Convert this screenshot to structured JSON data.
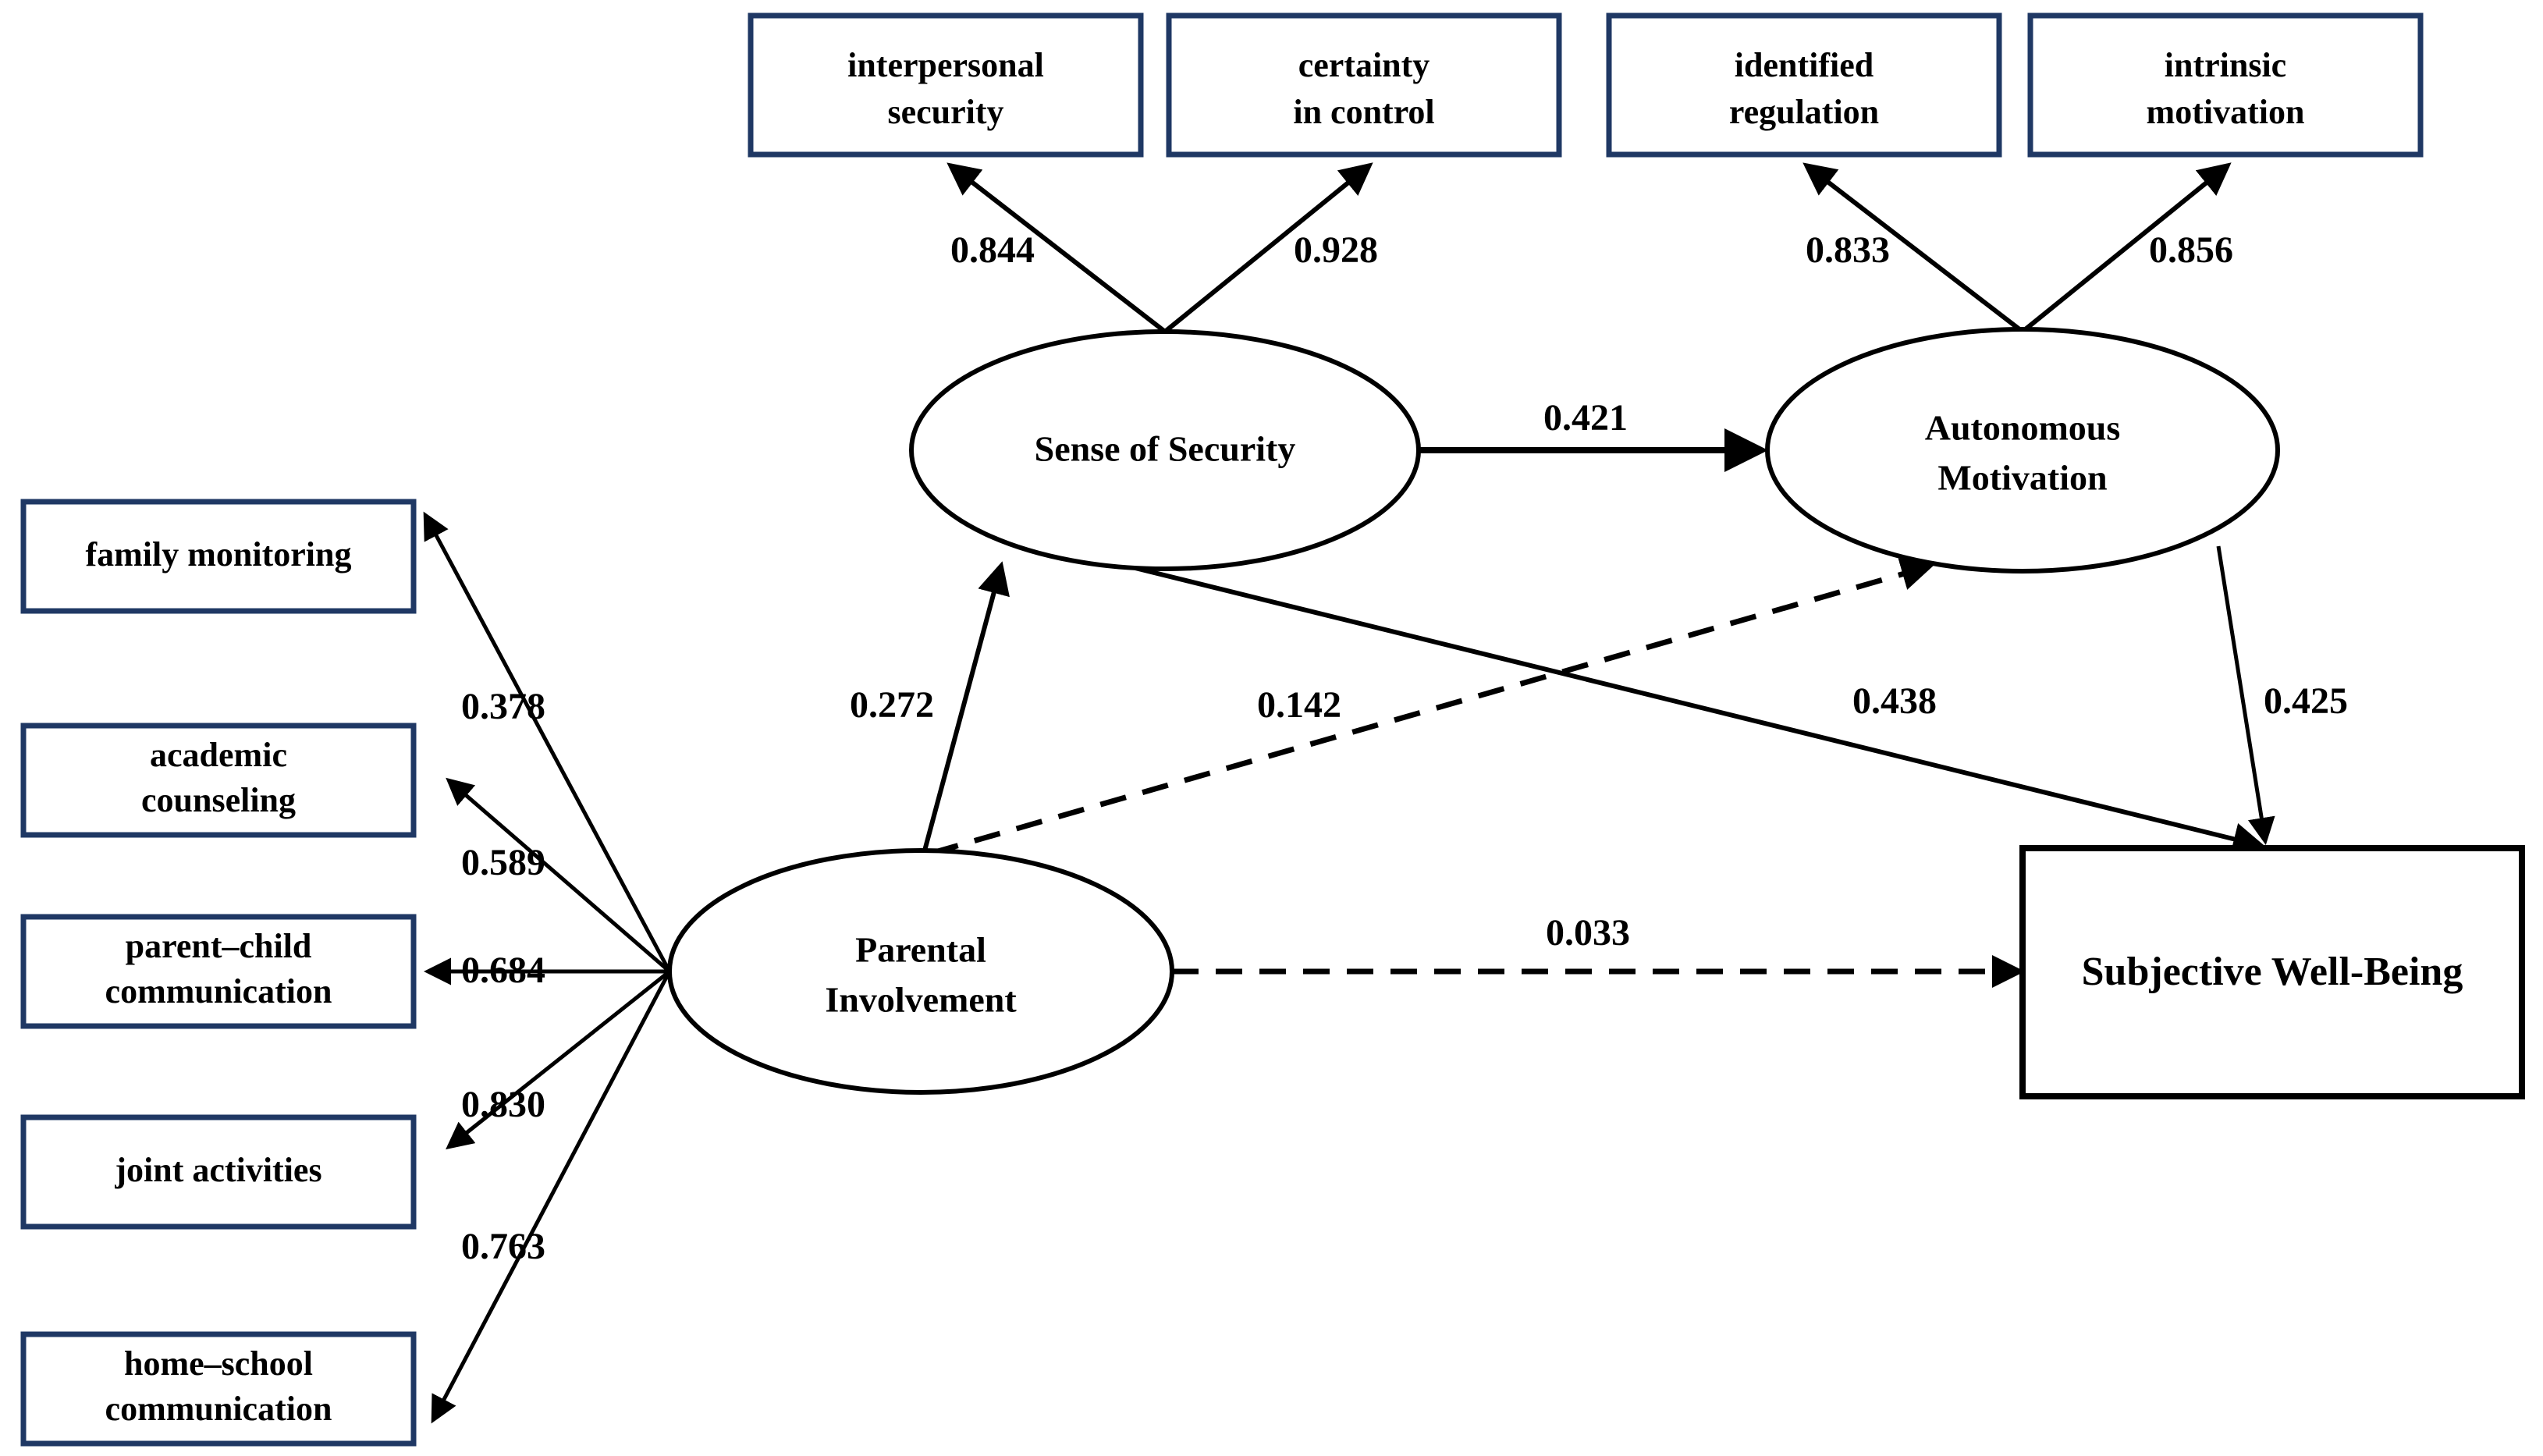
{
  "diagram": {
    "title": "Structural Equation Model of Parental Involvement, Sense of Security, Autonomous Motivation and Subjective Well-Being",
    "background_color": "#ffffff",
    "indicator_border_color": "#1F3864",
    "outcome_border_color": "#000000",
    "latent_border_color": "#000000"
  },
  "indicators": {
    "parental_involvement": [
      {
        "id": "family-monitoring",
        "label": "family monitoring",
        "lines": [
          "family monitoring"
        ]
      },
      {
        "id": "academic-counseling",
        "label": "academic counseling",
        "lines": [
          "academic",
          "counseling"
        ]
      },
      {
        "id": "parent-child-communication",
        "label": "parent–child communication",
        "lines": [
          "parent–child",
          "communication"
        ]
      },
      {
        "id": "joint-activities",
        "label": "joint activities",
        "lines": [
          "joint activities"
        ]
      },
      {
        "id": "home-school-communication",
        "label": "home–school communication",
        "lines": [
          "home–school",
          "communication"
        ]
      }
    ],
    "sense_of_security": [
      {
        "id": "interpersonal-security",
        "label": "interpersonal security",
        "lines": [
          "interpersonal",
          "security"
        ]
      },
      {
        "id": "certainty-in-control",
        "label": "certainty in control",
        "lines": [
          "certainty",
          "in control"
        ]
      }
    ],
    "autonomous_motivation": [
      {
        "id": "identified-regulation",
        "label": "identified regulation",
        "lines": [
          "identified",
          "regulation"
        ]
      },
      {
        "id": "intrinsic-motivation",
        "label": "intrinsic motivation",
        "lines": [
          "intrinsic",
          "motivation"
        ]
      }
    ]
  },
  "latents": [
    {
      "id": "sense-of-security",
      "label": "Sense of Security",
      "lines": [
        "Sense of Security"
      ],
      "shape": "ellipse"
    },
    {
      "id": "autonomous-motivation",
      "label": "Autonomous Motivation",
      "lines": [
        "Autonomous",
        "Motivation"
      ],
      "shape": "ellipse"
    },
    {
      "id": "parental-involvement",
      "label": "Parental Involvement",
      "lines": [
        "Parental",
        "Involvement"
      ],
      "shape": "ellipse"
    }
  ],
  "outcome": {
    "id": "subjective-well-being",
    "label": "Subjective Well-Being",
    "shape": "rectangle"
  },
  "chart_data": {
    "type": "diagram",
    "title": "SEM path diagram",
    "loadings": [
      {
        "from": "Parental Involvement",
        "to": "family monitoring",
        "value": "0.378",
        "style": "solid"
      },
      {
        "from": "Parental Involvement",
        "to": "academic counseling",
        "value": "0.589",
        "style": "solid"
      },
      {
        "from": "Parental Involvement",
        "to": "parent–child communication",
        "value": "0.684",
        "style": "solid"
      },
      {
        "from": "Parental Involvement",
        "to": "joint activities",
        "value": "0.830",
        "style": "solid"
      },
      {
        "from": "Parental Involvement",
        "to": "home–school communication",
        "value": "0.763",
        "style": "solid"
      },
      {
        "from": "Sense of Security",
        "to": "interpersonal security",
        "value": "0.844",
        "style": "solid"
      },
      {
        "from": "Sense of Security",
        "to": "certainty in control",
        "value": "0.928",
        "style": "solid"
      },
      {
        "from": "Autonomous Motivation",
        "to": "identified regulation",
        "value": "0.833",
        "style": "solid"
      },
      {
        "from": "Autonomous Motivation",
        "to": "intrinsic motivation",
        "value": "0.856",
        "style": "solid"
      }
    ],
    "structural_paths": [
      {
        "from": "Parental Involvement",
        "to": "Sense of Security",
        "value": "0.272",
        "style": "solid"
      },
      {
        "from": "Parental Involvement",
        "to": "Autonomous Motivation",
        "value": "0.142",
        "style": "dashed"
      },
      {
        "from": "Parental Involvement",
        "to": "Subjective Well-Being",
        "value": "0.033",
        "style": "dashed"
      },
      {
        "from": "Sense of Security",
        "to": "Autonomous Motivation",
        "value": "0.421",
        "style": "solid"
      },
      {
        "from": "Sense of Security",
        "to": "Subjective Well-Being",
        "value": "0.438",
        "style": "solid"
      },
      {
        "from": "Autonomous Motivation",
        "to": "Subjective Well-Being",
        "value": "0.425",
        "style": "solid"
      }
    ]
  },
  "coefficients": {
    "interpersonal_security": "0.844",
    "certainty_in_control": "0.928",
    "identified_regulation": "0.833",
    "intrinsic_motivation": "0.856",
    "family_monitoring": "0.378",
    "academic_counseling": "0.589",
    "parent_child_communication": "0.684",
    "joint_activities": "0.830",
    "home_school_communication": "0.763",
    "pi_to_sos": "0.272",
    "pi_to_am": "0.142",
    "pi_to_swb": "0.033",
    "sos_to_am": "0.421",
    "sos_to_swb": "0.438",
    "am_to_swb": "0.425"
  }
}
